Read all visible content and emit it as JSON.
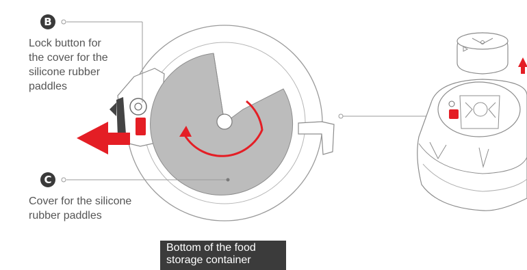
{
  "callouts": [
    {
      "badge": "B",
      "text": "Lock button for\nthe cover for the\nsilicone rubber\npaddles"
    },
    {
      "badge": "C",
      "text": "Cover for the silicone\nrubber paddles"
    }
  ],
  "caption": "Bottom of the food\nstorage container",
  "colors": {
    "accent_red": "#e41e25",
    "cover_gray": "#bcbcbc",
    "line_gray": "#9a9a9a",
    "caption_bg": "#3b3b3b"
  },
  "icons": [
    "lock-button-icon",
    "pull-arrow-icon",
    "rotation-arrow-icon",
    "lift-arrow-icon"
  ]
}
